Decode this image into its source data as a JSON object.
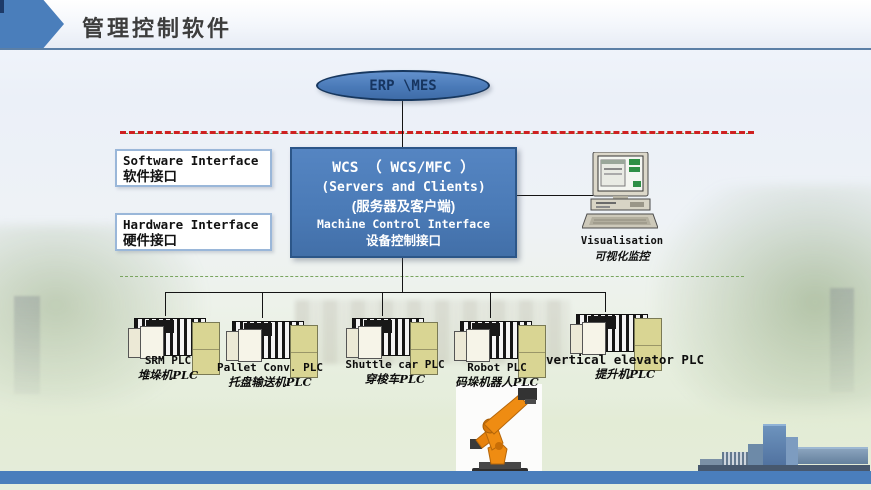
{
  "header": {
    "title": "管理控制软件"
  },
  "diagram": {
    "erp_label": "ERP \\MES",
    "boxes": {
      "software": {
        "en": "Software Interface",
        "zh": "软件接口"
      },
      "hardware": {
        "en": "Hardware Interface",
        "zh": "硬件接口"
      }
    },
    "wcs": {
      "line1": "WCS （ WCS/MFC ）",
      "line2": "(Servers and Clients)",
      "line3": "(服务器及客户端)",
      "line4": "Machine Control Interface",
      "line5": "设备控制接口"
    },
    "visualisation": {
      "en": "Visualisation",
      "zh": "可视化监控"
    },
    "plcs": [
      {
        "en": "SRM PLC",
        "zh": "堆垛机PLC"
      },
      {
        "en": "Pallet Conv. PLC",
        "zh": "托盘输送机PLC"
      },
      {
        "en": "Shuttle car PLC",
        "zh": "穿梭车PLC"
      },
      {
        "en": "Robot PLC",
        "zh": "码垛机器人PLC"
      },
      {
        "en": "vertical elevator PLC",
        "zh": "提升机PLC"
      }
    ]
  },
  "colors": {
    "accent_blue": "#4a7ebb",
    "node_fill": "#4f81bd",
    "node_border": "#17375e",
    "red_dash": "#cf2020",
    "green_dash": "#79a55f",
    "plc_module": "#d9d593",
    "robot_orange": "#ef8c12",
    "bottom_bar": "#4a7ebc"
  }
}
